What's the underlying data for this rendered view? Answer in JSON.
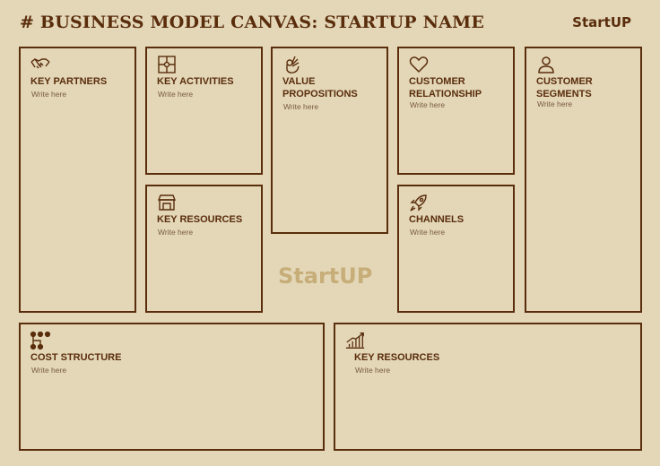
{
  "header": {
    "title": "# BUSINESS MODEL CANVAS: STARTUP NAME",
    "logo": "StartUP"
  },
  "center_logo": "StartUP",
  "blocks": {
    "key_partners": {
      "title": "KEY PARTNERS",
      "hint": "Write here",
      "icon": "handshake-icon"
    },
    "key_activities": {
      "title": "KEY ACTIVITIES",
      "hint": "Write here",
      "icon": "puzzle-icon"
    },
    "key_resources": {
      "title": "KEY RESOURCES",
      "hint": "Write here",
      "icon": "store-icon"
    },
    "value_propositions": {
      "title_line1": "VALUE",
      "title_line2": "PROPOSITIONS",
      "hint": "Write here",
      "icon": "ok-hand-icon"
    },
    "customer_relationship": {
      "title_line1": "CUSTOMER",
      "title_line2": "RELATIONSHIP",
      "hint": "Write here",
      "icon": "heart-icon"
    },
    "channels": {
      "title": "CHANNELS",
      "hint": "Write here",
      "icon": "rocket-icon"
    },
    "customer_segments": {
      "title_line1": "CUSTOMER",
      "title_line2": "SEGMENTS",
      "hint": "Write here",
      "icon": "user-icon"
    },
    "cost_structure": {
      "title": "COST STRUCTURE",
      "hint": "Write here",
      "icon": "hierarchy-icon"
    },
    "revenue_block": {
      "title": "KEY RESOURCES",
      "hint": "Write here",
      "icon": "growth-chart-icon"
    }
  },
  "colors": {
    "background": "#e3d7b8",
    "ink": "#5a2d0c",
    "watermark": "#c7ad78"
  }
}
